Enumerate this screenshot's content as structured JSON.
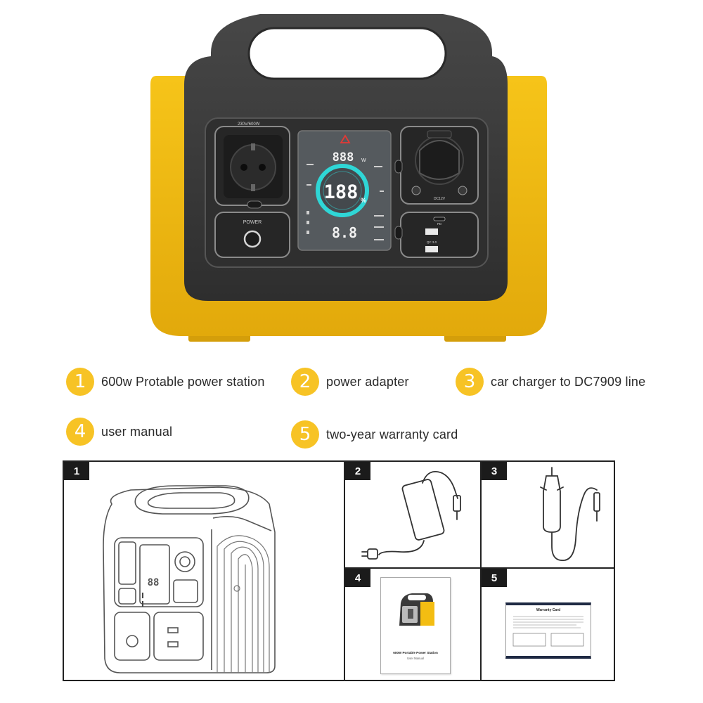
{
  "product": {
    "outlet_rating": "230V/600W",
    "power_label": "POWER",
    "lcd_top_digits": "888",
    "lcd_top_unit": "W",
    "lcd_main_digits": "188",
    "lcd_main_unit": "%",
    "lcd_bottom_digits": "8.8",
    "dc_label": "DC12V",
    "usb_c_label": "PD",
    "usb_label": "QC 3.0"
  },
  "items": [
    {
      "number": "1",
      "label": "600w Protable power station"
    },
    {
      "number": "2",
      "label": "power adapter"
    },
    {
      "number": "3",
      "label": "car charger to DC7909 line"
    },
    {
      "number": "4",
      "label": "user manual"
    },
    {
      "number": "5",
      "label": "two-year warranty card"
    }
  ],
  "contents_box": {
    "cells": [
      {
        "number": "1"
      },
      {
        "number": "2"
      },
      {
        "number": "3"
      },
      {
        "number": "4",
        "manual_title": "600W Portable Power Station",
        "manual_subtitle": "User Manual"
      },
      {
        "number": "5",
        "card_title": "Warranty Card"
      }
    ]
  },
  "colors": {
    "accent_yellow": "#f3bd12",
    "body_dark": "#3b3b3b",
    "lcd_teal": "#2fd6d6",
    "lcd_red": "#e53935",
    "badge_yellow": "#f7c325"
  }
}
